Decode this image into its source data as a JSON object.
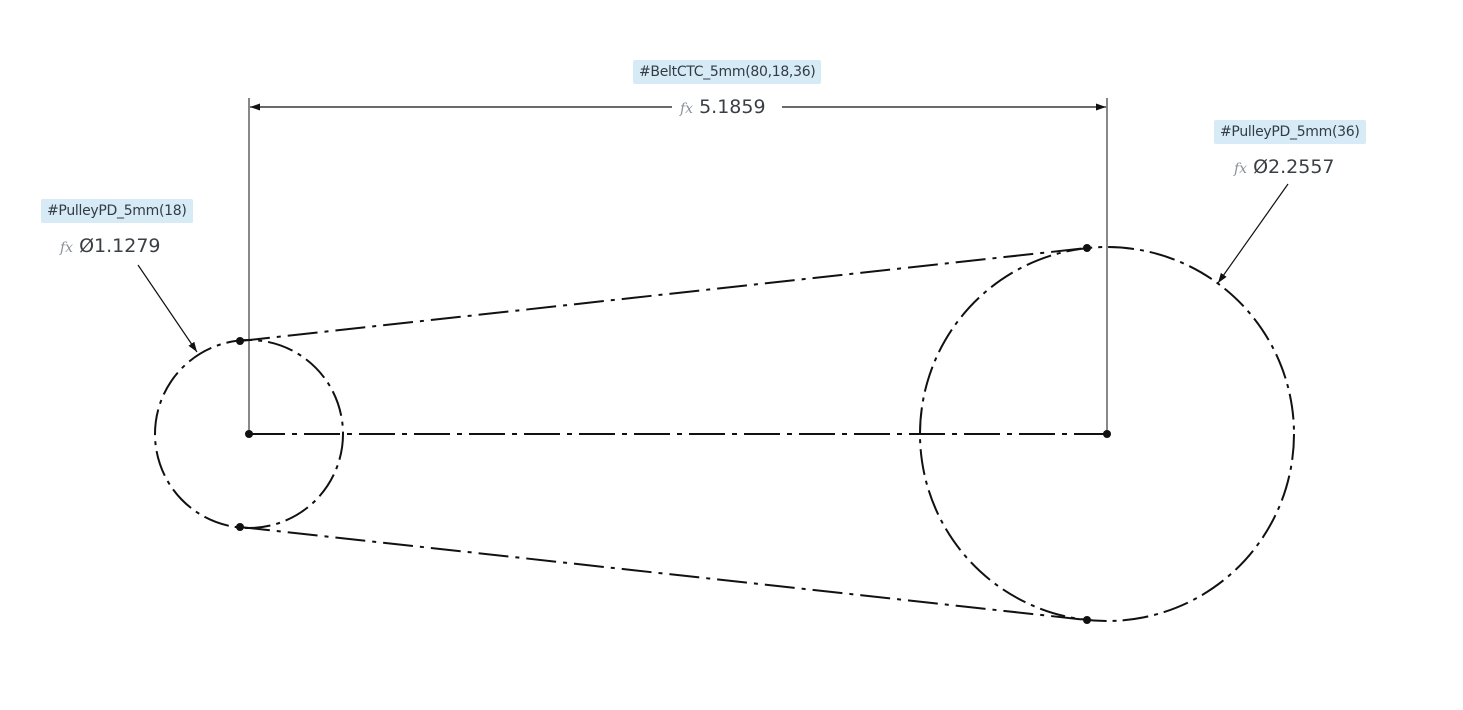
{
  "center_distance": {
    "variable": "#BeltCTC_5mm(80,18,36)",
    "fx_symbol": "fx",
    "value": "5.1859"
  },
  "small_pulley": {
    "variable": "#PulleyPD_5mm(18)",
    "fx_symbol": "fx",
    "value": "Ø1.1279"
  },
  "large_pulley": {
    "variable": "#PulleyPD_5mm(36)",
    "fx_symbol": "fx",
    "value": "Ø2.2557"
  },
  "colors": {
    "line": "#111111",
    "tag_background": "#d6ebf6"
  }
}
